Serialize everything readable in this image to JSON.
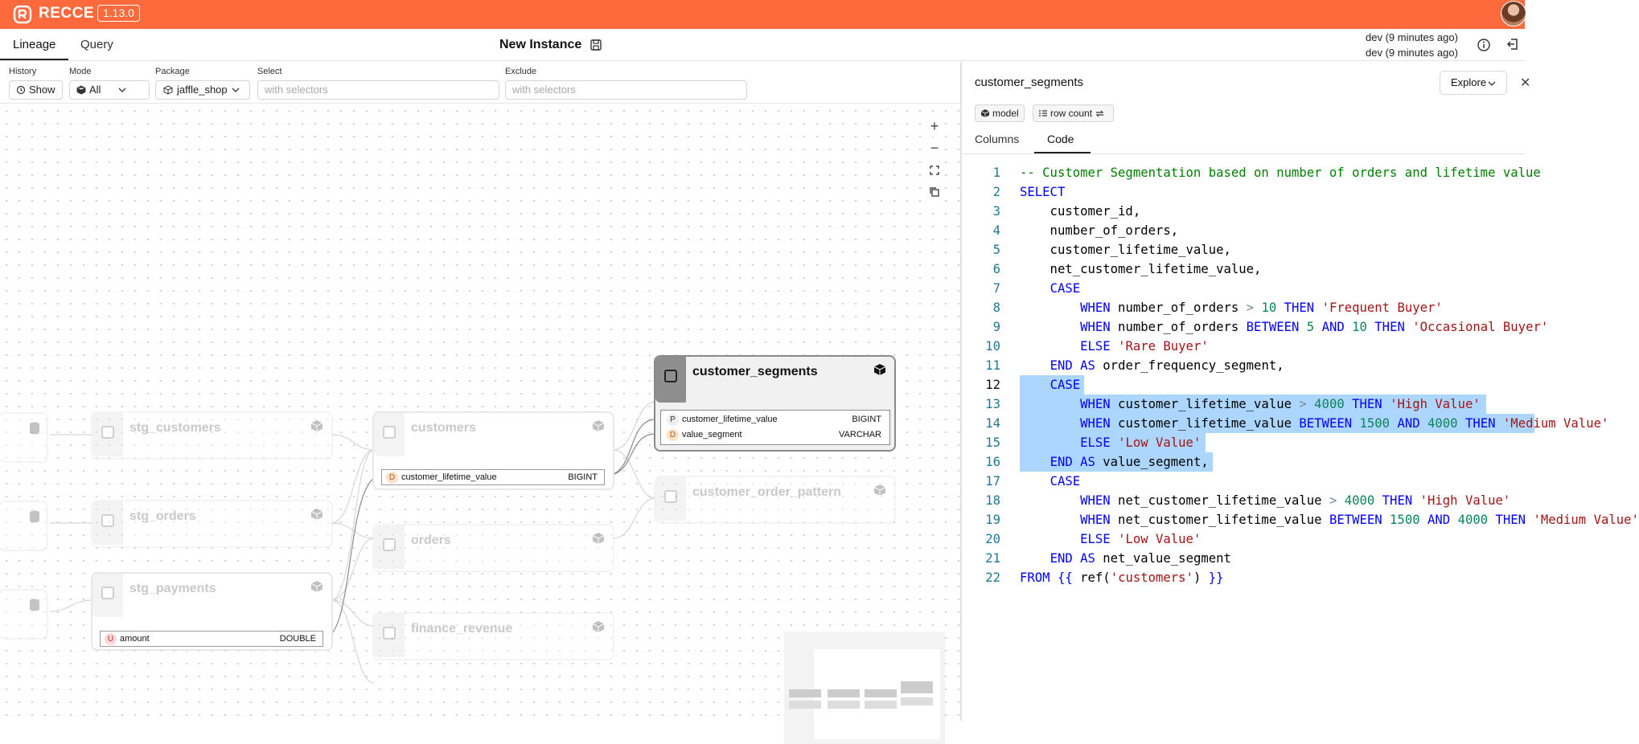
{
  "app": {
    "name": "RECCE",
    "version": "1.13.0",
    "colors": {
      "brand": "#fe6a3c",
      "selection": "#add6ff"
    }
  },
  "nav": {
    "tabs": [
      {
        "label": "Lineage"
      },
      {
        "label": "Query"
      }
    ],
    "instance_title": "New Instance",
    "env_lines": [
      "dev (9 minutes ago)",
      "dev (9 minutes ago)"
    ]
  },
  "filters": {
    "history": {
      "label": "History",
      "value": "Show"
    },
    "mode": {
      "label": "Mode",
      "value": "All"
    },
    "package": {
      "label": "Package",
      "value": "jaffle_shop"
    },
    "select": {
      "label": "Select",
      "placeholder": "with selectors"
    },
    "exclude": {
      "label": "Exclude",
      "placeholder": "with selectors"
    }
  },
  "zoom_controls": [
    "+",
    "−"
  ],
  "lineage": {
    "nodes": [
      {
        "name": "stg_customers",
        "state": "faded"
      },
      {
        "name": "stg_orders",
        "state": "faded"
      },
      {
        "name": "stg_payments",
        "state": "faded",
        "columns": [
          {
            "badge": "U",
            "name": "amount",
            "type": "DOUBLE"
          }
        ]
      },
      {
        "name": "customers",
        "state": "faded",
        "columns": [
          {
            "badge": "D",
            "name": "customer_lifetime_value",
            "type": "BIGINT"
          }
        ]
      },
      {
        "name": "orders",
        "state": "faded"
      },
      {
        "name": "finance_revenue",
        "state": "faded"
      },
      {
        "name": "customer_segments",
        "state": "active",
        "columns": [
          {
            "badge": "P",
            "name": "customer_lifetime_value",
            "type": "BIGINT"
          },
          {
            "badge": "D",
            "name": "value_segment",
            "type": "VARCHAR"
          }
        ]
      },
      {
        "name": "customer_order_pattern",
        "state": "faded"
      }
    ]
  },
  "panel": {
    "title": "customer_segments",
    "explore_label": "Explore",
    "tags": [
      "model",
      "row count"
    ],
    "tabs": [
      "Columns",
      "Code"
    ],
    "active_tab": "Code",
    "current_line": 12,
    "selected_lines": [
      12,
      13,
      14,
      15,
      16
    ],
    "code_lines": [
      "-- Customer Segmentation based on number of orders and lifetime value",
      "SELECT",
      "    customer_id,",
      "    number_of_orders,",
      "    customer_lifetime_value,",
      "    net_customer_lifetime_value,",
      "    CASE",
      "        WHEN number_of_orders > 10 THEN 'Frequent Buyer'",
      "        WHEN number_of_orders BETWEEN 5 AND 10 THEN 'Occasional Buyer'",
      "        ELSE 'Rare Buyer'",
      "    END AS order_frequency_segment,",
      "    CASE",
      "        WHEN customer_lifetime_value > 4000 THEN 'High Value'",
      "        WHEN customer_lifetime_value BETWEEN 1500 AND 4000 THEN 'Medium Value'",
      "        ELSE 'Low Value'",
      "    END AS value_segment,",
      "    CASE",
      "        WHEN net_customer_lifetime_value > 4000 THEN 'High Value'",
      "        WHEN net_customer_lifetime_value BETWEEN 1500 AND 4000 THEN 'Medium Value'",
      "        ELSE 'Low Value'",
      "    END AS net_value_segment",
      "FROM {{ ref('customers') }}"
    ]
  }
}
